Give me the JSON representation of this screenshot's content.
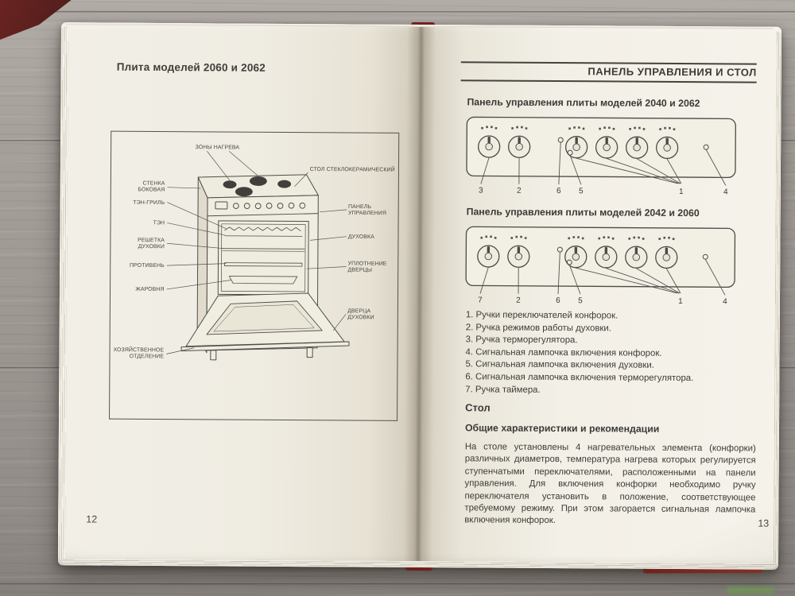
{
  "colors": {
    "paper": "#f2efe6",
    "ink": "#3d3c38",
    "wood": "#9d9792",
    "red_cover": "#6d211b"
  },
  "left_page": {
    "title": "Плита моделей 2060 и 2062",
    "page_number": "12",
    "labels": {
      "zones": "ЗОНЫ НАГРЕВА",
      "glass_top": "СТОЛ СТЕКЛОКЕРАМИЧЕСКИЙ",
      "side_wall_1": "СТЕНКА",
      "side_wall_2": "БОКОВАЯ",
      "grill": "ТЭН-ГРИЛЬ",
      "ten": "ТЭН",
      "rack_1": "РЕШЕТКА",
      "rack_2": "ДУХОВКИ",
      "tray": "ПРОТИВЕНЬ",
      "pan": "ЖАРОВНЯ",
      "storage_1": "ХОЗЯЙСТВЕННОЕ",
      "storage_2": "ОТДЕЛЕНИЕ",
      "panel_1": "ПАНЕЛЬ",
      "panel_2": "УПРАВЛЕНИЯ",
      "oven": "ДУХОВКА",
      "seal_1": "УПЛОТНЕНИЕ",
      "seal_2": "ДВЕРЦЫ",
      "door_1": "ДВЕРЦА",
      "door_2": "ДУХОВКИ"
    }
  },
  "right_page": {
    "header": "ПАНЕЛЬ УПРАВЛЕНИЯ И СТОЛ",
    "page_number": "13",
    "panel1_title": "Панель управления плиты моделей 2040 и 2062",
    "panel2_title": "Панель управления плиты моделей 2042 и 2060",
    "panel1_callouts": [
      "3",
      "2",
      "6",
      "5",
      "1",
      "4"
    ],
    "panel2_callouts": [
      "7",
      "2",
      "6",
      "5",
      "1",
      "4"
    ],
    "legend": [
      "1. Ручки переключателей конфорок.",
      "2. Ручка режимов работы духовки.",
      "3. Ручка терморегулятора.",
      "4. Сигнальная лампочка включения конфорок.",
      "5. Сигнальная лампочка включения духовки.",
      "6. Сигнальная лампочка включения терморегулятора.",
      "7. Ручка таймера."
    ],
    "section_title": "Стол",
    "subsection_title": "Общие характеристики и рекомендации",
    "body_text": "На столе установлены 4 нагревательных элемента (конфорки) различных диаметров, температура нагрева которых регулируется ступенчатыми переключателями, расположенными на панели управления. Для включения конфорки необходимо ручку переключателя установить в положение, соответствующее требуемому режиму. При этом загорается сигнальная лампочка включения конфорок."
  }
}
